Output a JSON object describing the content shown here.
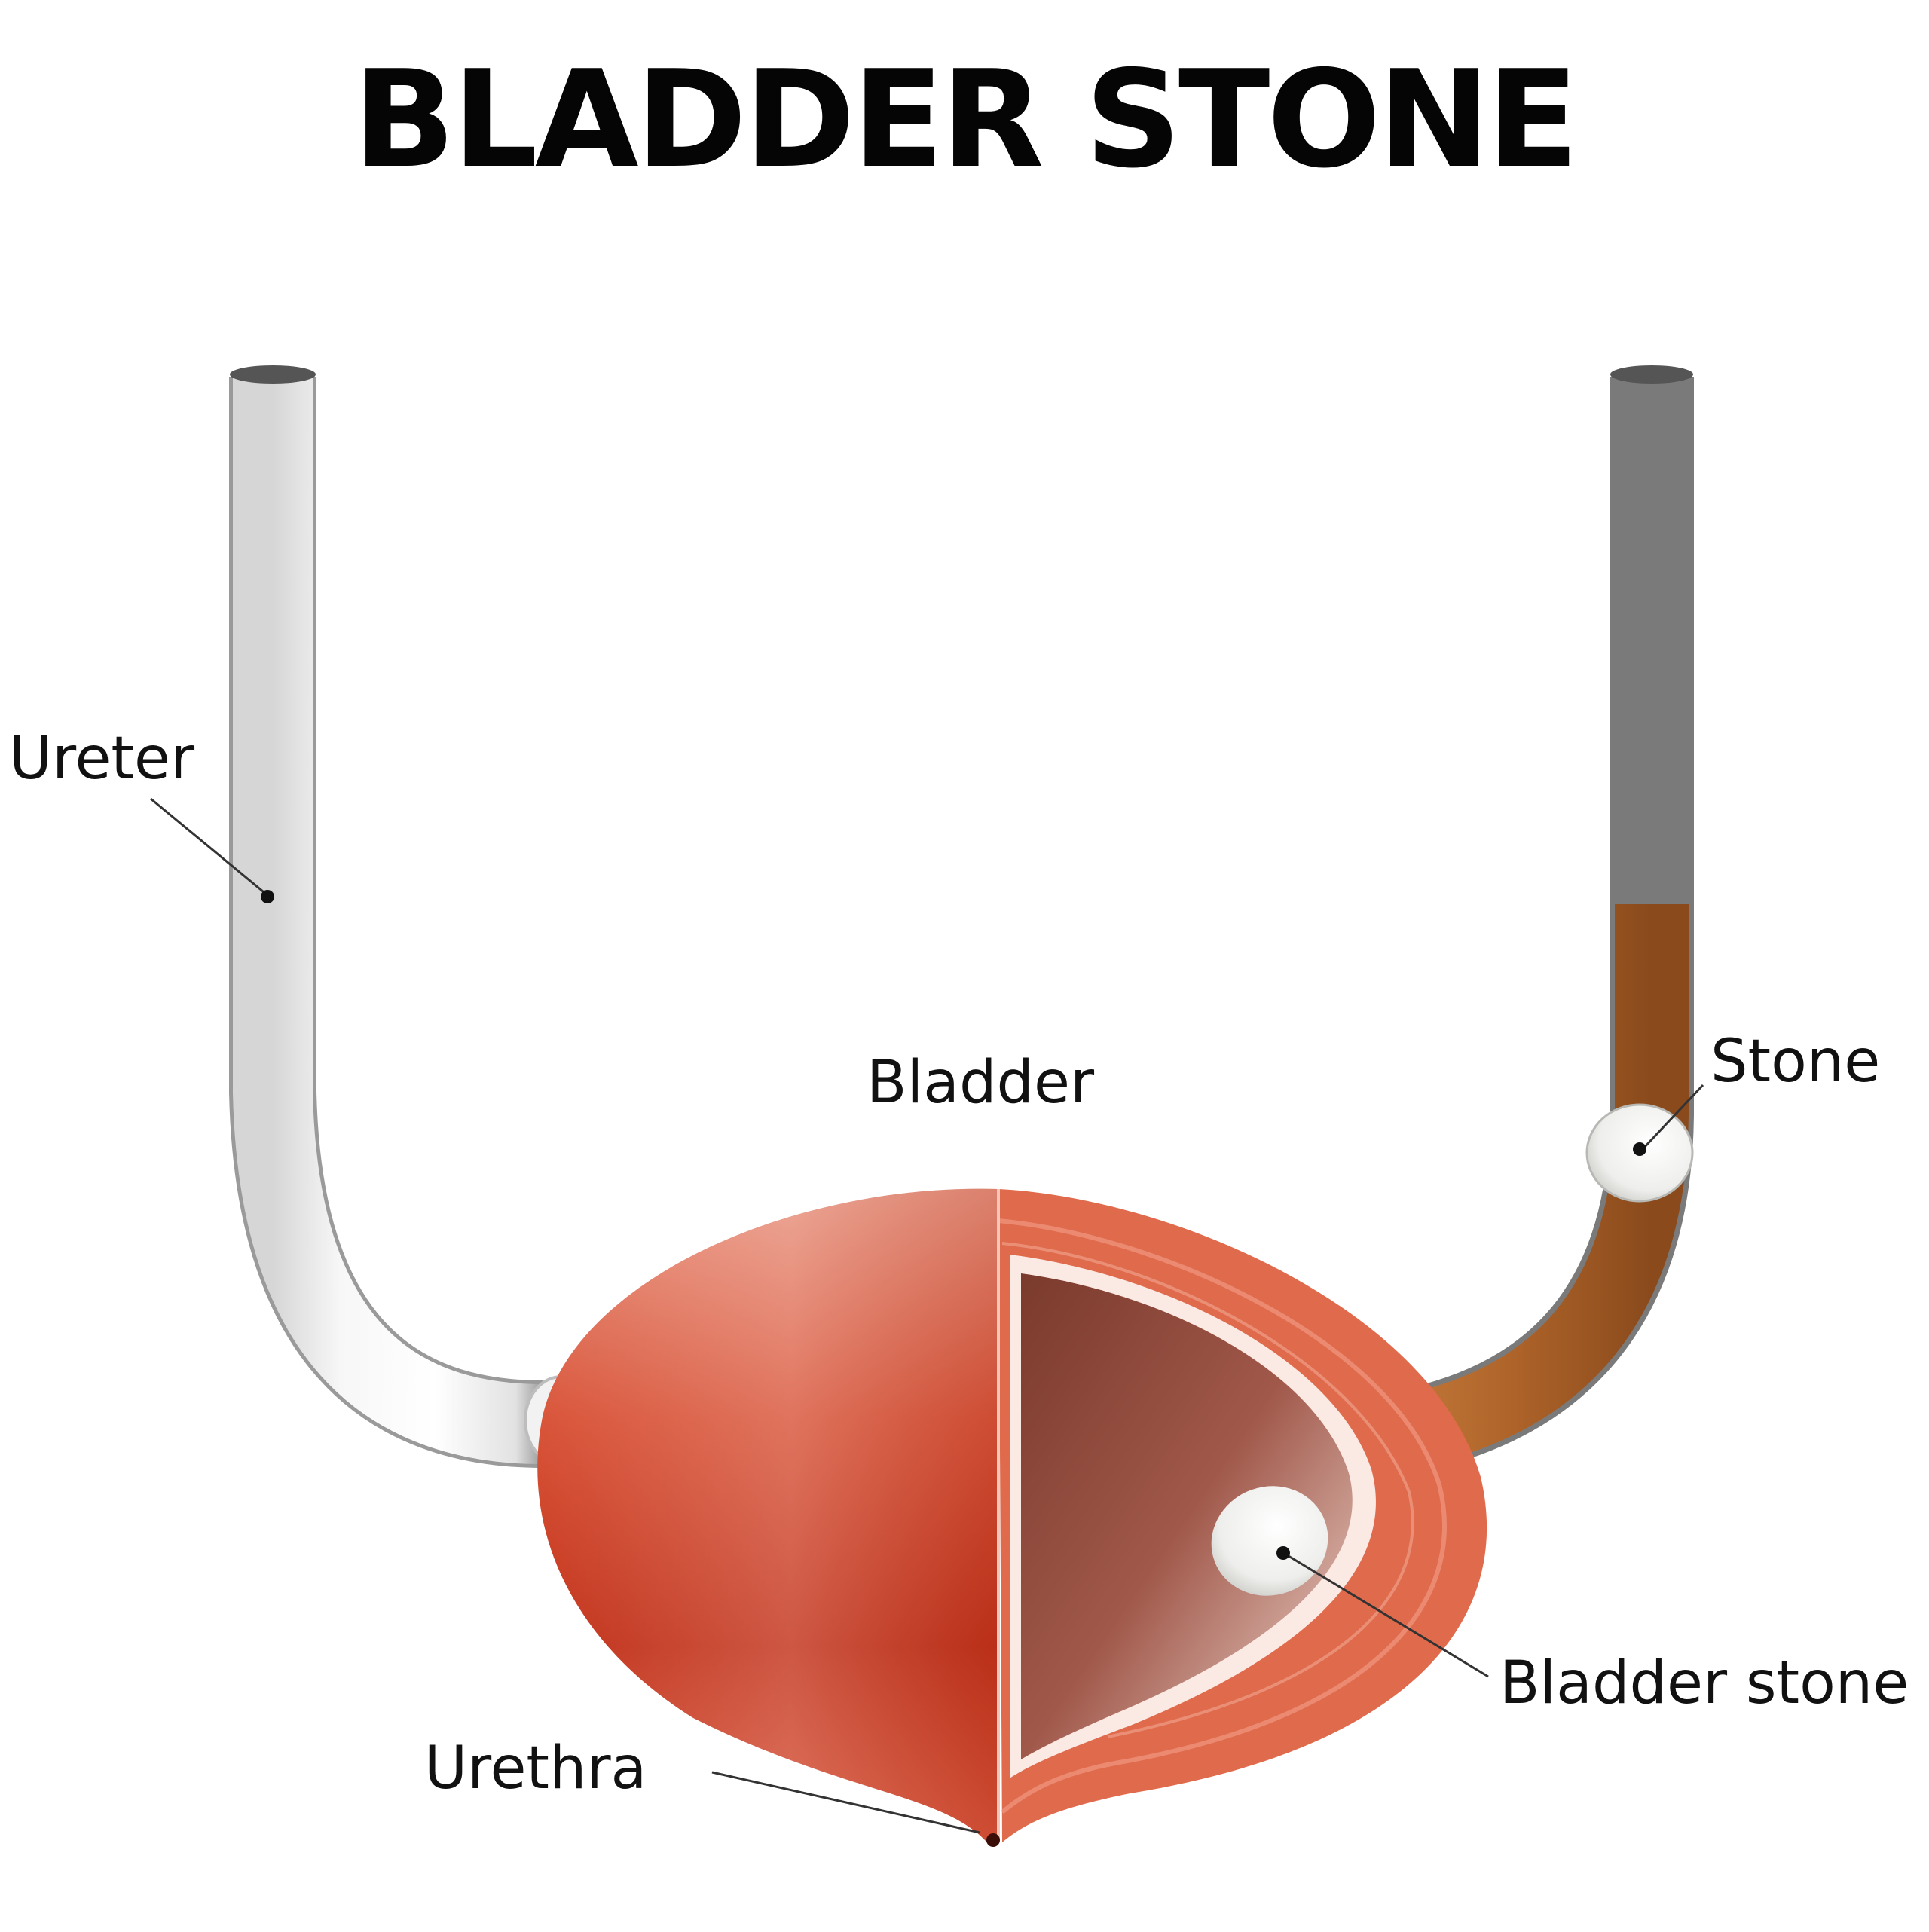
{
  "title": "BLADDER STONE",
  "labels": {
    "ureter": "Ureter",
    "bladder": "Bladder",
    "stone": "Stone",
    "bladder_stone": "Bladder stone",
    "urethra": "Urethra"
  },
  "colors": {
    "bladder_outer": "#d9553a",
    "bladder_dark": "#b8321c",
    "bladder_wall": "#e8765a",
    "bladder_inner": "#8a4a3c",
    "ureter_white": "#f2f2f2",
    "ureter_urine": "#b0652a",
    "stone": "#f4f4f2",
    "leader": "#333333"
  }
}
